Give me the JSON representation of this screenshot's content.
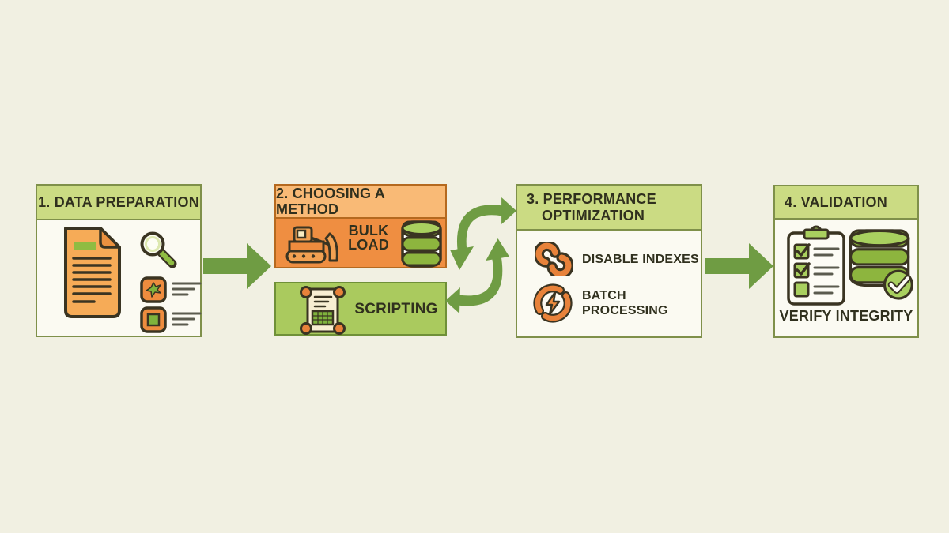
{
  "colors": {
    "background": "#f1f0e2",
    "panel": "#fbfaf2",
    "header_green": "#cbdb83",
    "box_border_olive": "#7f904a",
    "scripting_fill": "#aaca5e",
    "scripting_border": "#6f9038",
    "orange_header": "#f9ba76",
    "orange_body": "#ef8e41",
    "orange_border": "#b5691f",
    "arrow_green": "#6f9c43",
    "icon_orange": "#ee8c3e",
    "db_green": "#8db53e",
    "db_green_light": "#a9d05f",
    "text_dark": "#30301e"
  },
  "steps": {
    "step1": {
      "title": "1. DATA PREPARATION",
      "icons": [
        "document-icon",
        "magnifier-icon",
        "checkbox-splat-icon",
        "checkbox-square-icon"
      ]
    },
    "step2": {
      "title": "2. CHOOSING A METHOD",
      "options": [
        {
          "label": "BULK LOAD",
          "icons": [
            "bulldozer-icon",
            "database-icon"
          ]
        },
        {
          "label": "SCRIPTING",
          "icons": [
            "scroll-icon"
          ]
        }
      ]
    },
    "step3": {
      "title_line1": "3. PERFORMANCE",
      "title_line2": "OPTIMIZATION",
      "items": [
        {
          "label": "DISABLE INDEXES",
          "icon": "broken-chain-icon"
        },
        {
          "label": "BATCH PROCESSING",
          "icon": "cycle-lightning-icon"
        }
      ]
    },
    "step4": {
      "title": "4. VALIDATION",
      "caption": "VERIFY INTEGRITY",
      "icons": [
        "clipboard-checklist-icon",
        "database-check-icon"
      ]
    }
  },
  "connectors": {
    "arrow_1_2": "right-arrow",
    "arrow_2_3": "bidirectional-cycle-arrows",
    "arrow_3_4": "right-arrow"
  }
}
